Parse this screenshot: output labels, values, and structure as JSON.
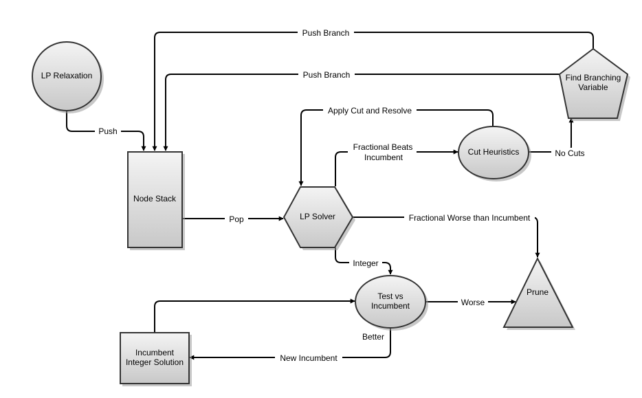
{
  "colors": {
    "node_fill_top": "#f4f4f4",
    "node_fill_bottom": "#c8c8c8",
    "stroke": "#333333",
    "edge": "#000000"
  },
  "nodes": {
    "lp_relaxation": "LP Relaxation",
    "node_stack": "Node Stack",
    "lp_solver": "LP Solver",
    "cut_heuristics": "Cut Heuristics",
    "find_branching_line1": "Find Branching",
    "find_branching_line2": "Variable",
    "prune": "Prune",
    "test_vs_line1": "Test vs",
    "test_vs_line2": "Incumbent",
    "incumbent_line1": "Incumbent",
    "incumbent_line2": "Integer Solution"
  },
  "edges": {
    "push": "Push",
    "push_branch_outer": "Push Branch",
    "push_branch_inner": "Push Branch",
    "pop": "Pop",
    "apply_cut": "Apply Cut and Resolve",
    "fractional_beats_line1": "Fractional Beats",
    "fractional_beats_line2": "Incumbent",
    "no_cuts": "No Cuts",
    "fractional_worse": "Fractional Worse than Incumbent",
    "integer": "Integer",
    "worse": "Worse",
    "better": "Better",
    "new_incumbent": "New Incumbent"
  }
}
